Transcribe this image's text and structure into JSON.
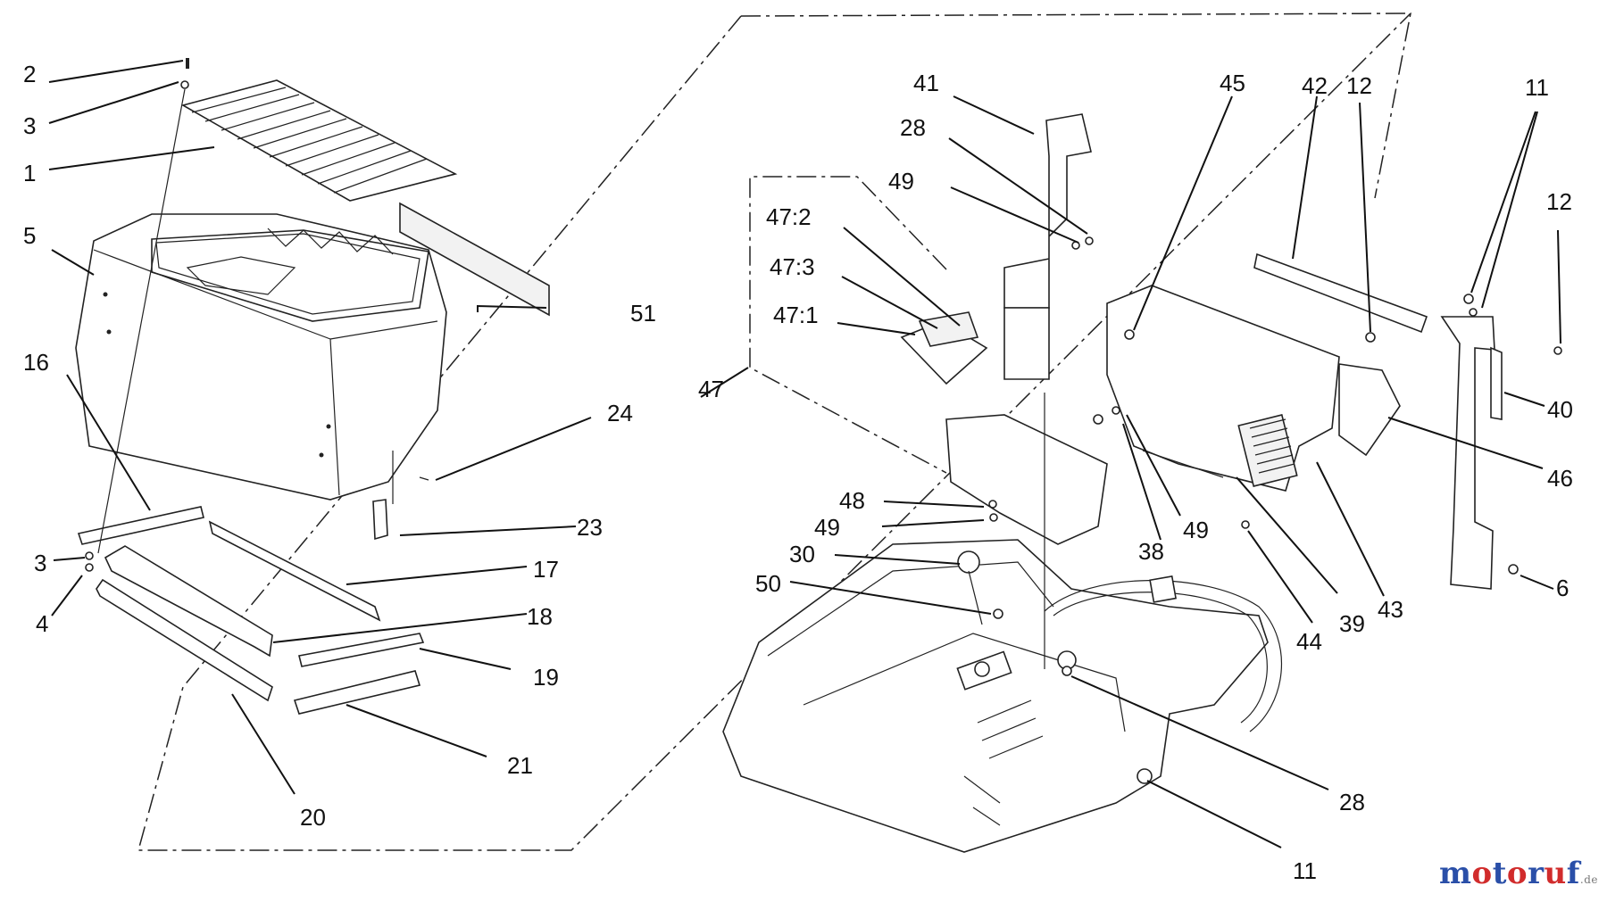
{
  "colors": {
    "line": "#222222",
    "watermark_blue": "#2a4fa8",
    "watermark_red": "#d12c2c",
    "watermark_gray": "#777777"
  },
  "labels": [
    {
      "id": "l2",
      "text": "2"
    },
    {
      "id": "l3a",
      "text": "3"
    },
    {
      "id": "l1",
      "text": "1"
    },
    {
      "id": "l5",
      "text": "5"
    },
    {
      "id": "l51",
      "text": "51"
    },
    {
      "id": "l16",
      "text": "16"
    },
    {
      "id": "l24",
      "text": "24"
    },
    {
      "id": "l23",
      "text": "23"
    },
    {
      "id": "l3b",
      "text": "3"
    },
    {
      "id": "l17",
      "text": "17"
    },
    {
      "id": "l4",
      "text": "4"
    },
    {
      "id": "l18",
      "text": "18"
    },
    {
      "id": "l19",
      "text": "19"
    },
    {
      "id": "l21",
      "text": "21"
    },
    {
      "id": "l20",
      "text": "20"
    },
    {
      "id": "l41",
      "text": "41"
    },
    {
      "id": "l28a",
      "text": "28"
    },
    {
      "id": "l49a",
      "text": "49"
    },
    {
      "id": "l45",
      "text": "45"
    },
    {
      "id": "l42",
      "text": "42"
    },
    {
      "id": "l12a",
      "text": "12"
    },
    {
      "id": "l11a",
      "text": "11"
    },
    {
      "id": "l12b",
      "text": "12"
    },
    {
      "id": "l472",
      "text": "47:2"
    },
    {
      "id": "l473",
      "text": "47:3"
    },
    {
      "id": "l471",
      "text": "47:1"
    },
    {
      "id": "l47",
      "text": "47"
    },
    {
      "id": "l40",
      "text": "40"
    },
    {
      "id": "l46",
      "text": "46"
    },
    {
      "id": "l48",
      "text": "48"
    },
    {
      "id": "l49b",
      "text": "49"
    },
    {
      "id": "l38",
      "text": "38"
    },
    {
      "id": "l49c",
      "text": "49"
    },
    {
      "id": "l30",
      "text": "30"
    },
    {
      "id": "l50",
      "text": "50"
    },
    {
      "id": "l6",
      "text": "6"
    },
    {
      "id": "l44",
      "text": "44"
    },
    {
      "id": "l39",
      "text": "39"
    },
    {
      "id": "l43",
      "text": "43"
    },
    {
      "id": "l28b",
      "text": "28"
    },
    {
      "id": "l11b",
      "text": "11"
    }
  ],
  "watermark": {
    "m": "m",
    "o1": "o",
    "t": "t",
    "o2": "o",
    "r": "r",
    "u": "u",
    "f": "f",
    "suffix": ".de"
  }
}
